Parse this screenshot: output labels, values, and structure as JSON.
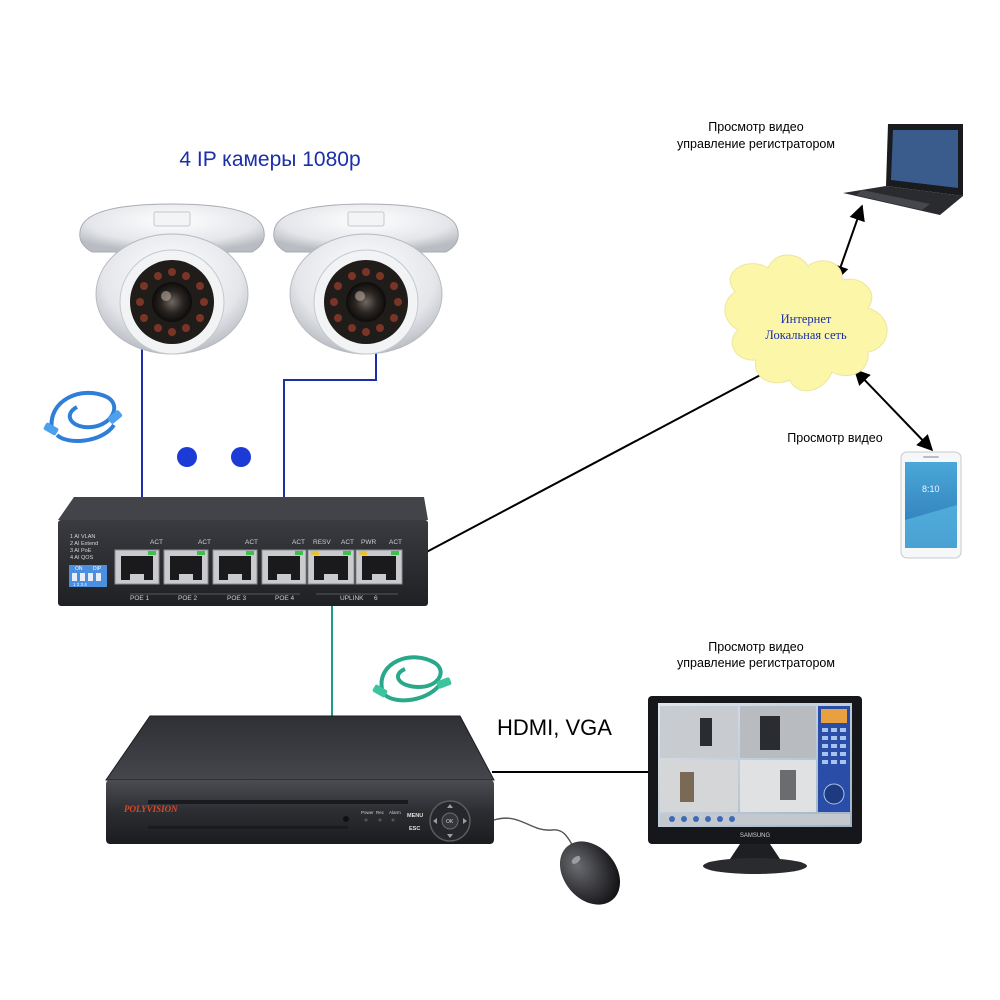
{
  "title": "4 IP камеры 1080p",
  "labels": {
    "laptop_line1": "Просмотр видео",
    "laptop_line2": "управление регистратором",
    "monitor_line1": "Просмотр видео",
    "monitor_line2": "управление регистратором",
    "phone": "Просмотр видео",
    "cloud_line1": "Интернет",
    "cloud_line2": "Локальная сеть",
    "hdmi": "HDMI, VGA"
  },
  "switch": {
    "dip_labels": [
      "1 AI VLAN",
      "2 AI Extend",
      "3 AI PoE",
      "4 AI QOS"
    ],
    "dip_on": "ON",
    "dip_dip": "DIP",
    "dip_numbers": "1 2 3 4",
    "port_top_labels": [
      "ACT",
      "ACT",
      "ACT",
      "ACT",
      "RESV",
      "ACT",
      "PWR",
      "ACT"
    ],
    "port_bottom_labels": [
      "POE 1",
      "POE 2",
      "POE 3",
      "POE 4",
      "UPLINK",
      "6"
    ]
  },
  "nvr": {
    "brand": "POLYVISION",
    "indicators": [
      "Power",
      "Rec",
      "Alarm"
    ],
    "btn_menu": "MENU",
    "btn_esc": "ESC",
    "btn_ok": "OK"
  },
  "monitor": {
    "brand": "SAMSUNG"
  },
  "colors": {
    "title": "#1a2fa8",
    "camera_cable": "#1a2fa8",
    "nvr_cable": "#1f9a8a",
    "cloud_fill": "#fbf6a8",
    "cloud_text": "#1a2fa8",
    "device_dark": "#2a2b2f",
    "dots": "#1b3ad6"
  }
}
